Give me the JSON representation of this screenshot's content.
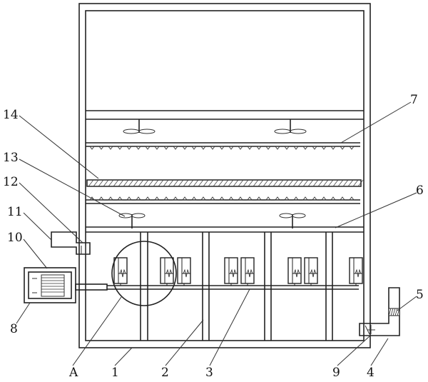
{
  "labels": {
    "l1": "1",
    "l2": "2",
    "l3": "3",
    "l4": "4",
    "l5": "5",
    "l6": "6",
    "l7": "7",
    "l8": "8",
    "l9": "9",
    "l10": "10",
    "l11": "11",
    "l12": "12",
    "l13": "13",
    "l14": "14",
    "lA": "A"
  }
}
